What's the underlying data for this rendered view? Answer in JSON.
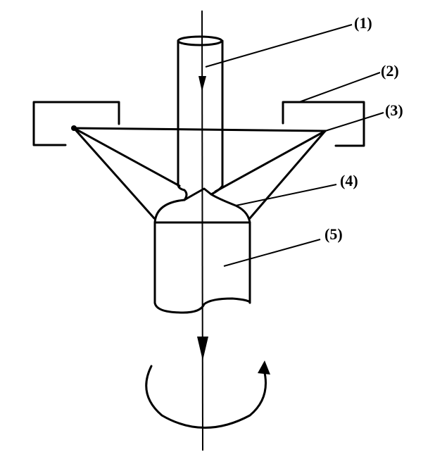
{
  "labels": {
    "l1": "(1)",
    "l2": "(2)",
    "l3": "(3)",
    "l4": "(4)",
    "l5": "(5)"
  },
  "colors": {
    "ink": "#000000",
    "background": "#ffffff"
  }
}
